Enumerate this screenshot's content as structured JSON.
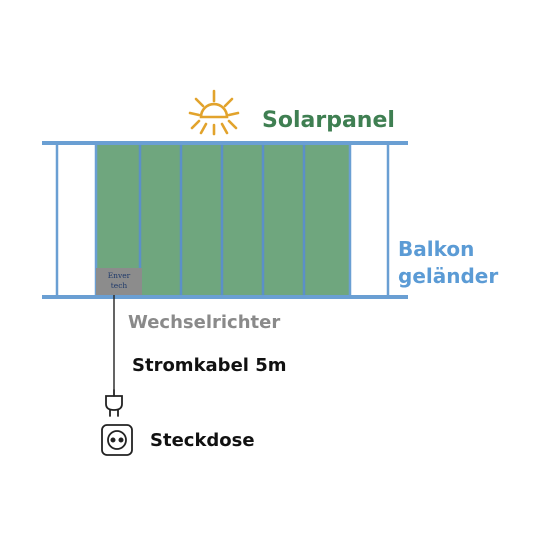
{
  "labels": {
    "solarpanel": "Solarpanel",
    "balkon_line1": "Balkon",
    "balkon_line2": "geländer",
    "inverter_label": "Wechselrichter",
    "inverter_brand_line1": "Enver",
    "inverter_brand_line2": "tech",
    "cable": "Stromkabel 5m",
    "socket": "Steckdose"
  },
  "icons": {
    "sun": "sun-icon",
    "plug": "plug-icon",
    "socket": "socket-icon"
  },
  "colors": {
    "railing": "#6a9fd3",
    "panel": "#6fa67e",
    "panel_divider": "#5b90c8",
    "inverter": "#8c8c8c",
    "sun": "#e2a32c",
    "solar_text": "#3f7f52",
    "balkon_text": "#5b9bd5",
    "inverter_text": "#8a8a8a"
  }
}
